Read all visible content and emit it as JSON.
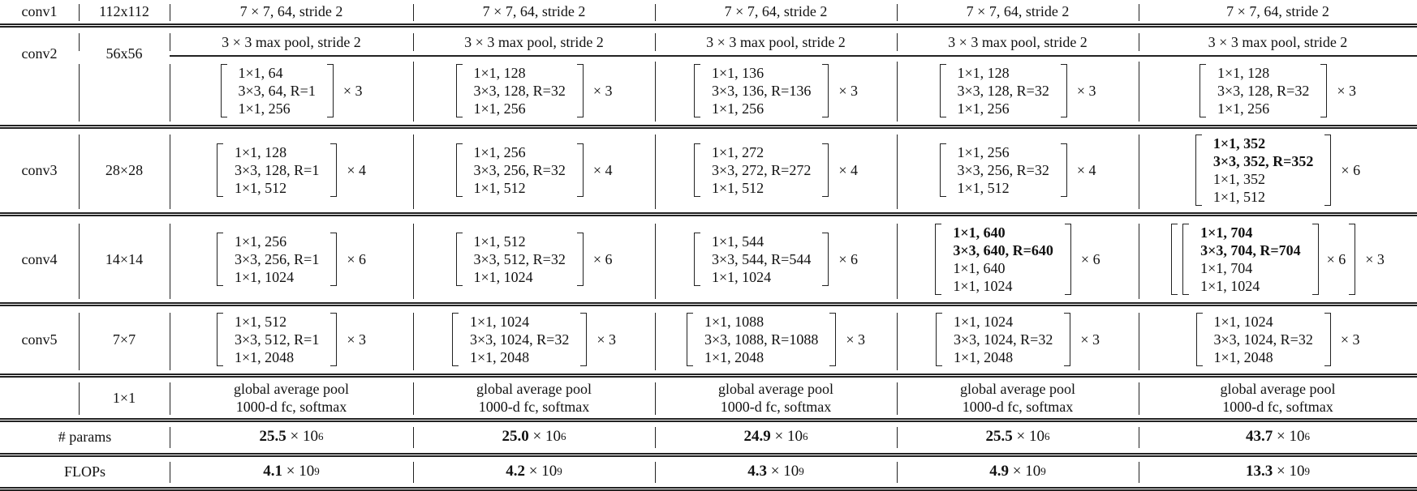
{
  "table": {
    "columns_count": 5,
    "rows": {
      "conv1": {
        "stage": "conv1",
        "output": "112x112",
        "cells": [
          "7 × 7, 64, stride 2",
          "7 × 7, 64, stride 2",
          "7 × 7, 64, stride 2",
          "7 × 7, 64, stride 2",
          "7 × 7, 64, stride 2"
        ]
      },
      "conv2": {
        "stage": "conv2",
        "output": "56x56",
        "pool": [
          "3 × 3 max pool, stride 2",
          "3 × 3 max pool, stride 2",
          "3 × 3 max pool, stride 2",
          "3 × 3 max pool, stride 2",
          "3 × 3 max pool, stride 2"
        ],
        "blocks": [
          {
            "lines": [
              "1×1, 64",
              "3×3, 64, R=1",
              "1×1, 256"
            ],
            "repeat": "× 3"
          },
          {
            "lines": [
              "1×1, 128",
              "3×3, 128, R=32",
              "1×1, 256"
            ],
            "repeat": "× 3"
          },
          {
            "lines": [
              "1×1, 136",
              "3×3, 136, R=136",
              "1×1, 256"
            ],
            "repeat": "× 3"
          },
          {
            "lines": [
              "1×1, 128",
              "3×3, 128, R=32",
              "1×1, 256"
            ],
            "repeat": "× 3"
          },
          {
            "lines": [
              "1×1, 128",
              "3×3, 128, R=32",
              "1×1, 256"
            ],
            "repeat": "× 3"
          }
        ]
      },
      "conv3": {
        "stage": "conv3",
        "output": "28×28",
        "blocks": [
          {
            "lines": [
              "1×1, 128",
              "3×3, 128, R=1",
              "1×1, 512"
            ],
            "repeat": "× 4"
          },
          {
            "lines": [
              "1×1, 256",
              "3×3, 256, R=32",
              "1×1, 512"
            ],
            "repeat": "× 4"
          },
          {
            "lines": [
              "1×1, 272",
              "3×3, 272, R=272",
              "1×1, 512"
            ],
            "repeat": "× 4"
          },
          {
            "lines": [
              "1×1, 256",
              "3×3, 256, R=32",
              "1×1, 512"
            ],
            "repeat": "× 4"
          },
          {
            "lines": [
              "1×1, 352",
              "3×3, 352, R=352",
              "1×1, 352",
              "1×1, 512"
            ],
            "bold": [
              0,
              1
            ],
            "repeat": "× 6"
          }
        ]
      },
      "conv4": {
        "stage": "conv4",
        "output": "14×14",
        "blocks": [
          {
            "lines": [
              "1×1, 256",
              "3×3, 256, R=1",
              "1×1, 1024"
            ],
            "repeat": "× 6"
          },
          {
            "lines": [
              "1×1, 512",
              "3×3, 512, R=32",
              "1×1, 1024"
            ],
            "repeat": "× 6"
          },
          {
            "lines": [
              "1×1, 544",
              "3×3, 544, R=544",
              "1×1, 1024"
            ],
            "repeat": "× 6"
          },
          {
            "lines": [
              "1×1, 640",
              "3×3, 640, R=640",
              "1×1, 640",
              "1×1, 1024"
            ],
            "bold": [
              0,
              1
            ],
            "repeat": "× 6"
          },
          {
            "lines": [
              "1×1, 704",
              "3×3, 704, R=704",
              "1×1, 704",
              "1×1, 1024"
            ],
            "bold": [
              0,
              1
            ],
            "repeat": "× 6",
            "outer_repeat": "× 3"
          }
        ]
      },
      "conv5": {
        "stage": "conv5",
        "output": "7×7",
        "blocks": [
          {
            "lines": [
              "1×1, 512",
              "3×3, 512, R=1",
              "1×1, 2048"
            ],
            "repeat": "× 3"
          },
          {
            "lines": [
              "1×1, 1024",
              "3×3, 1024, R=32",
              "1×1, 2048"
            ],
            "repeat": "× 3"
          },
          {
            "lines": [
              "1×1, 1088",
              "3×3, 1088, R=1088",
              "1×1, 2048"
            ],
            "repeat": "× 3"
          },
          {
            "lines": [
              "1×1, 1024",
              "3×3, 1024, R=32",
              "1×1, 2048"
            ],
            "repeat": "× 3"
          },
          {
            "lines": [
              "1×1, 1024",
              "3×3, 1024, R=32",
              "1×1, 2048"
            ],
            "repeat": "× 3"
          }
        ]
      },
      "head": {
        "stage": "",
        "output": "1×1",
        "line1": "global average pool",
        "line2": "1000-d fc, softmax"
      },
      "params": {
        "label": "# params",
        "values": [
          {
            "mantissa": "25.5",
            "exp": "6"
          },
          {
            "mantissa": "25.0",
            "exp": "6"
          },
          {
            "mantissa": "24.9",
            "exp": "6"
          },
          {
            "mantissa": "25.5",
            "exp": "6"
          },
          {
            "mantissa": "43.7",
            "exp": "6"
          }
        ]
      },
      "flops": {
        "label": "FLOPs",
        "values": [
          {
            "mantissa": "4.1",
            "exp": "9"
          },
          {
            "mantissa": "4.2",
            "exp": "9"
          },
          {
            "mantissa": "4.3",
            "exp": "9"
          },
          {
            "mantissa": "4.9",
            "exp": "9"
          },
          {
            "mantissa": "13.3",
            "exp": "9"
          }
        ]
      }
    },
    "times_ten": "× 10"
  }
}
